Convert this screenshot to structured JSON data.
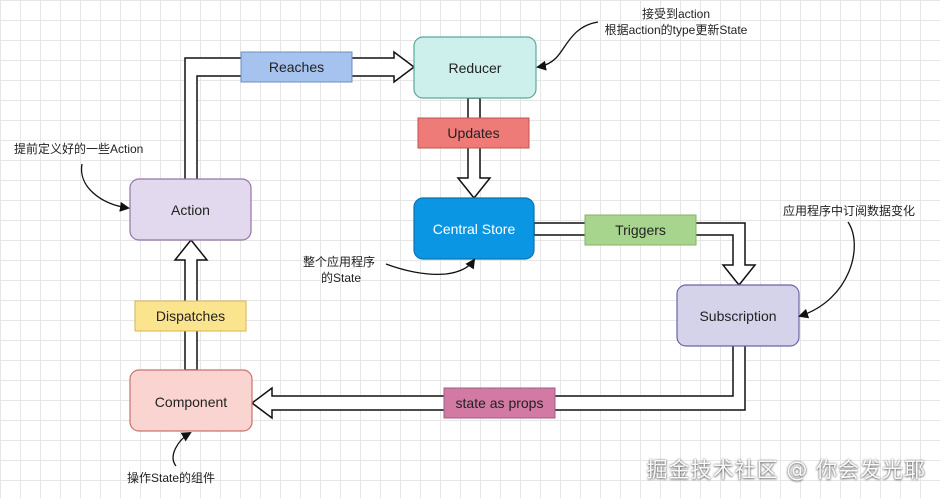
{
  "nodes": {
    "reducer": "Reducer",
    "central_store": "Central Store",
    "action": "Action",
    "subscription": "Subscription",
    "component": "Component"
  },
  "edge_labels": {
    "reaches": "Reaches",
    "updates": "Updates",
    "triggers": "Triggers",
    "dispatches": "Dispatches",
    "state_as_props": "state as props"
  },
  "notes": {
    "reducer_line1": "接受到action",
    "reducer_line2": "根据action的type更新State",
    "action": "提前定义好的一些Action",
    "store_line1": "整个应用程序",
    "store_line2": "的State",
    "subscription": "应用程序中订阅数据变化",
    "component": "操作State的组件"
  },
  "watermark": "掘金技术社区 @ 你会发光耶",
  "colors": {
    "reducer_fill": "#cdf0ec",
    "store_fill": "#0a96e2",
    "action_fill": "#e2d9ee",
    "subscription_fill": "#d5d3ea",
    "component_fill": "#f9d4d1",
    "reaches_label": "#a6c2ee",
    "updates_label": "#ee7b78",
    "triggers_label": "#a8d58d",
    "dispatches_label": "#fbe48e",
    "props_label": "#d27aa3"
  }
}
